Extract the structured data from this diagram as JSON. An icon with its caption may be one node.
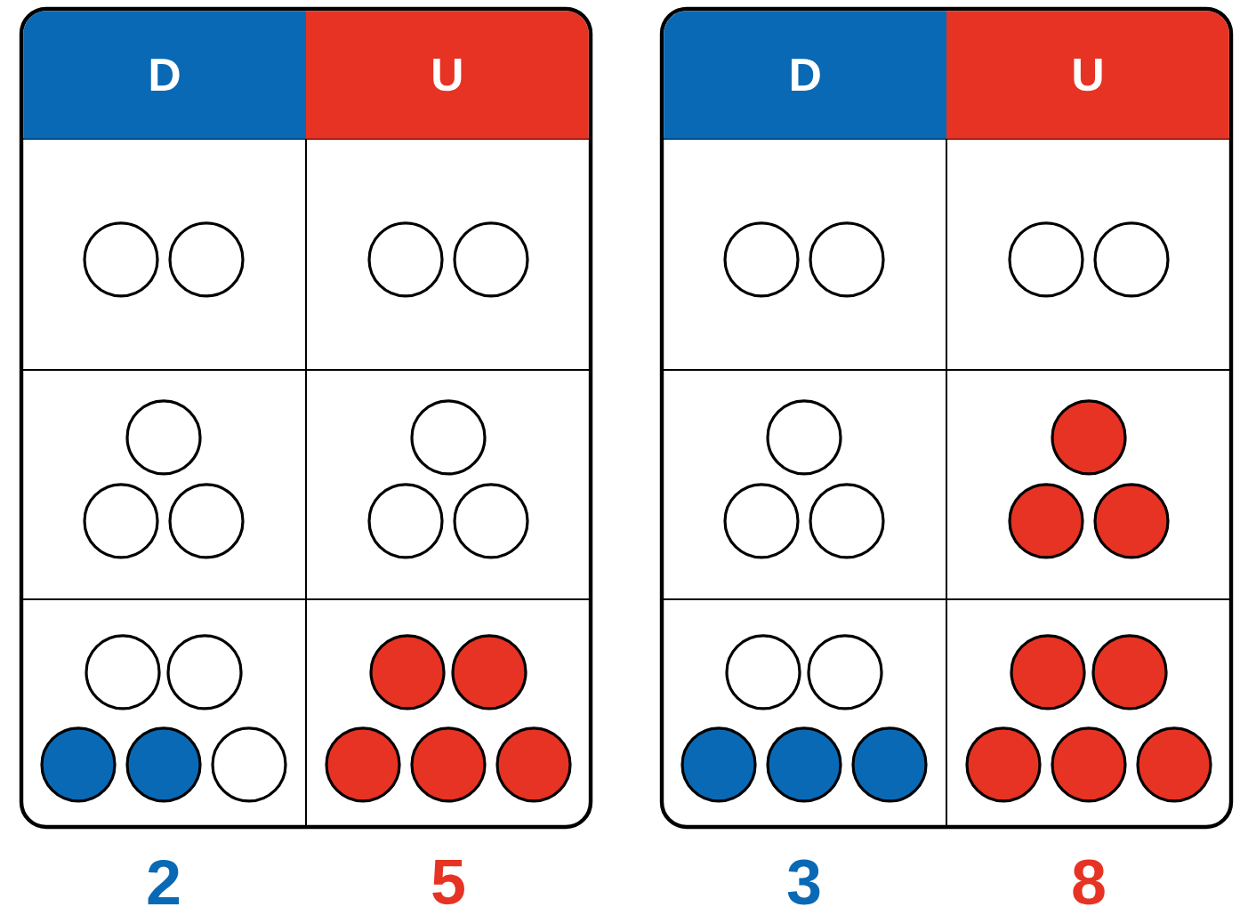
{
  "diagram": {
    "nodes": [
      {
        "text": [],
        "shape": "box"
      },
      {
        "text": [
          "D"
        ],
        "in": 0
      },
      {
        "text": [
          "U"
        ],
        "in": 0
      },
      {
        "text": [],
        "shape": "box"
      },
      {
        "text": [
          "D"
        ],
        "in": 3
      },
      {
        "text": [
          "U"
        ],
        "in": 3
      }
    ],
    "labels": [
      "2",
      "5",
      "3",
      "8"
    ]
  }
}
